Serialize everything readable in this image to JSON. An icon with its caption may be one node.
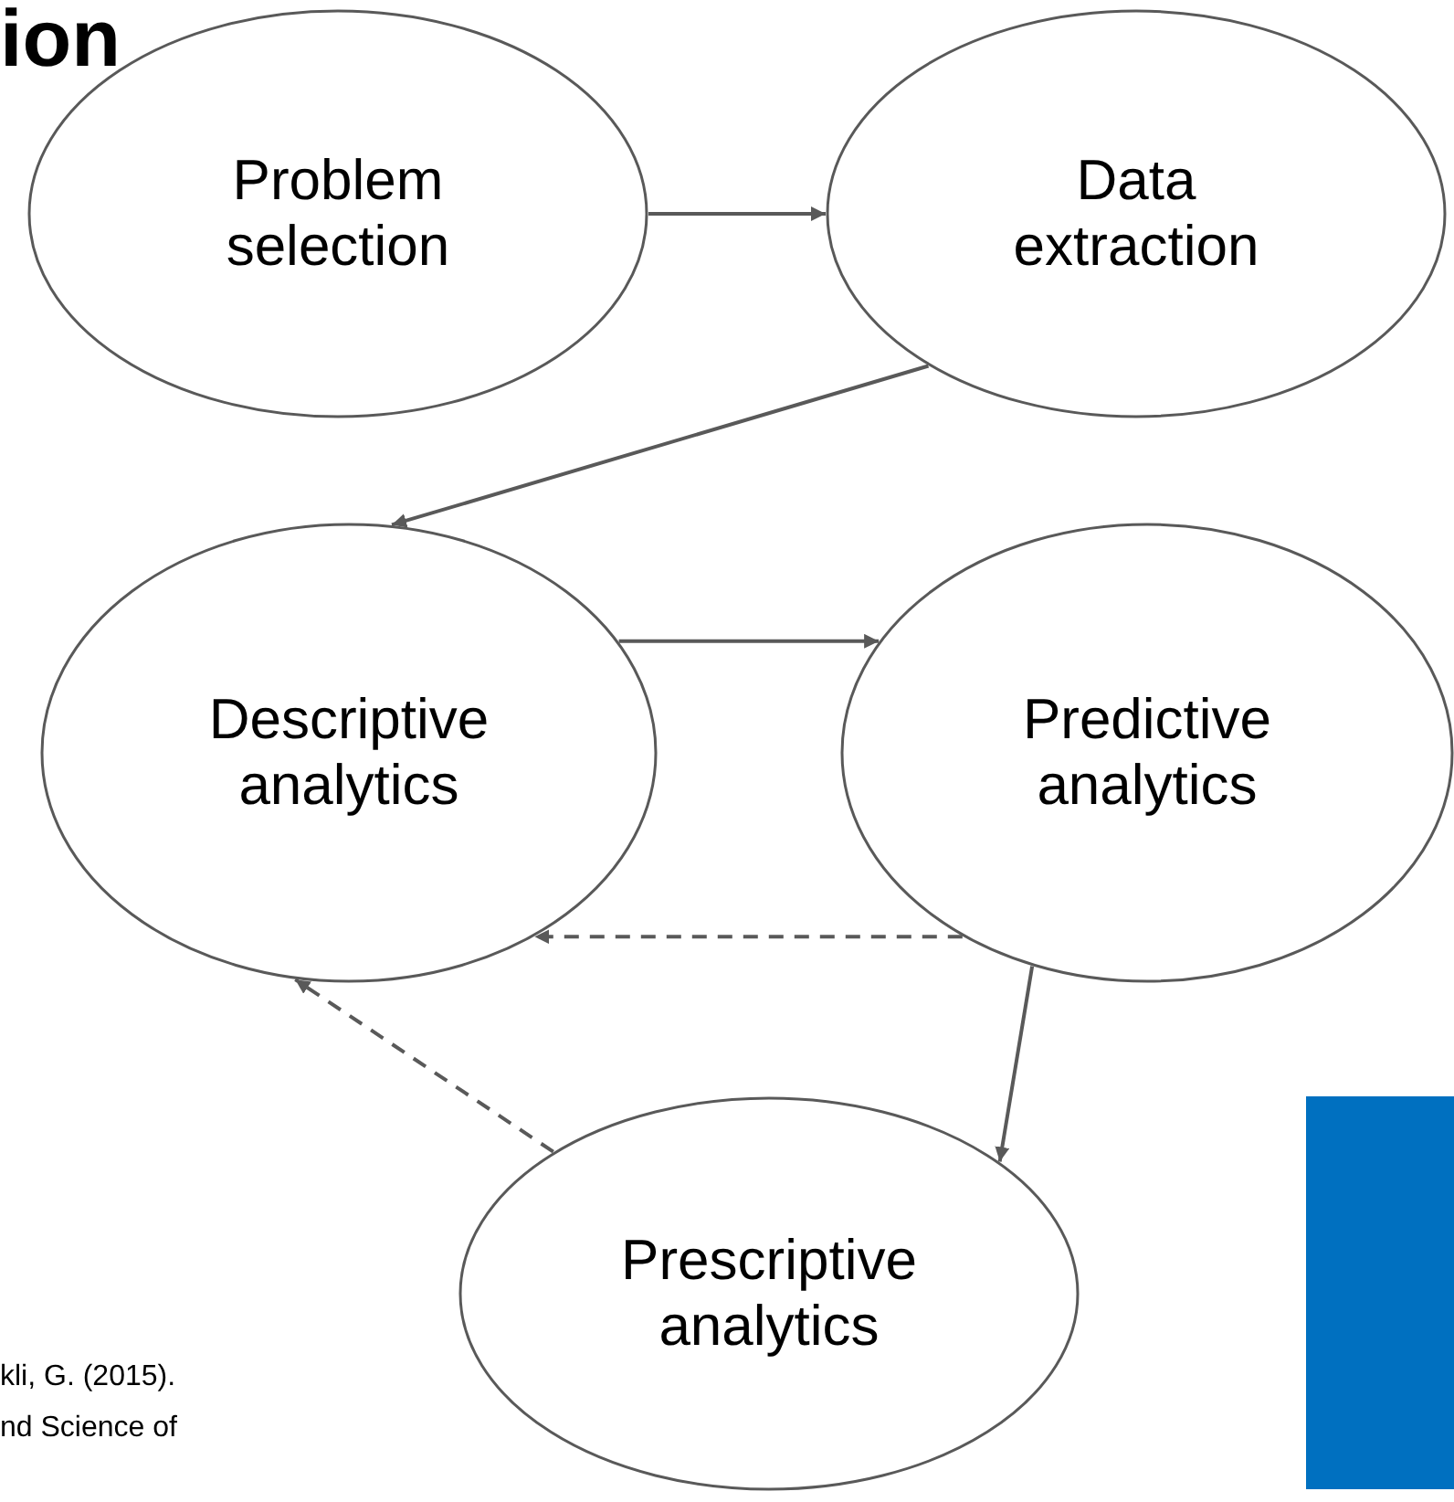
{
  "diagram": {
    "title": "ion",
    "nodes": [
      {
        "text": [
          "Problem selection"
        ]
      },
      {
        "text": [
          "Data extraction"
        ]
      },
      {
        "text": [
          "Descriptive analytics"
        ]
      },
      {
        "text": [
          "Predictive analytics"
        ]
      },
      {
        "text": [
          "Prescriptive analytics"
        ]
      }
    ],
    "edges": [
      {
        "from": 0,
        "to": 1,
        "arrow": "to"
      },
      {
        "from": 1,
        "to": 2,
        "arrow": "to"
      },
      {
        "from": 2,
        "to": 3,
        "arrow": "to"
      },
      {
        "from": 3,
        "to": 2,
        "arrow": "to",
        "style": "dashed"
      },
      {
        "from": 3,
        "to": 4,
        "arrow": "to"
      },
      {
        "from": 4,
        "to": 2,
        "arrow": "to",
        "style": "dashed"
      }
    ],
    "labels": [
      "kli, G. (2015). nd Science of"
    ]
  }
}
